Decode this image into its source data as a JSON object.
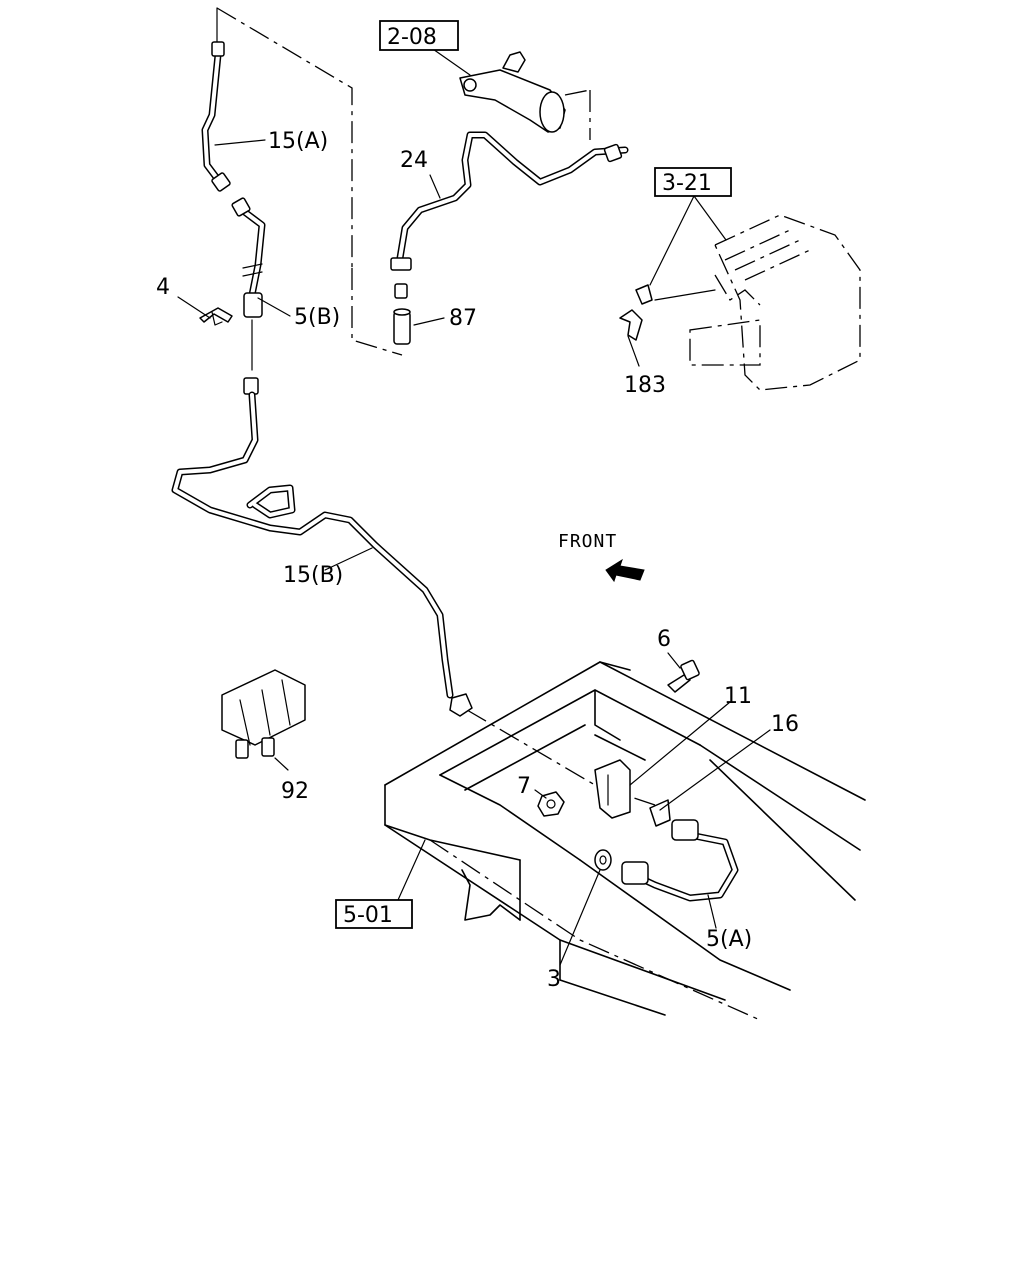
{
  "callouts": {
    "p15a": "15(A)",
    "p24": "24",
    "p4": "4",
    "p5b": "5(B)",
    "p87": "87",
    "p183": "183",
    "p15b": "15(B)",
    "p6": "6",
    "p11": "11",
    "p16": "16",
    "p7": "7",
    "p92": "92",
    "p5a": "5(A)",
    "p3": "3"
  },
  "refs": {
    "r208": "2-08",
    "r321": "3-21",
    "r501": "5-01"
  },
  "front": "FRONT",
  "arrow_icon": "front-direction-arrow-icon"
}
